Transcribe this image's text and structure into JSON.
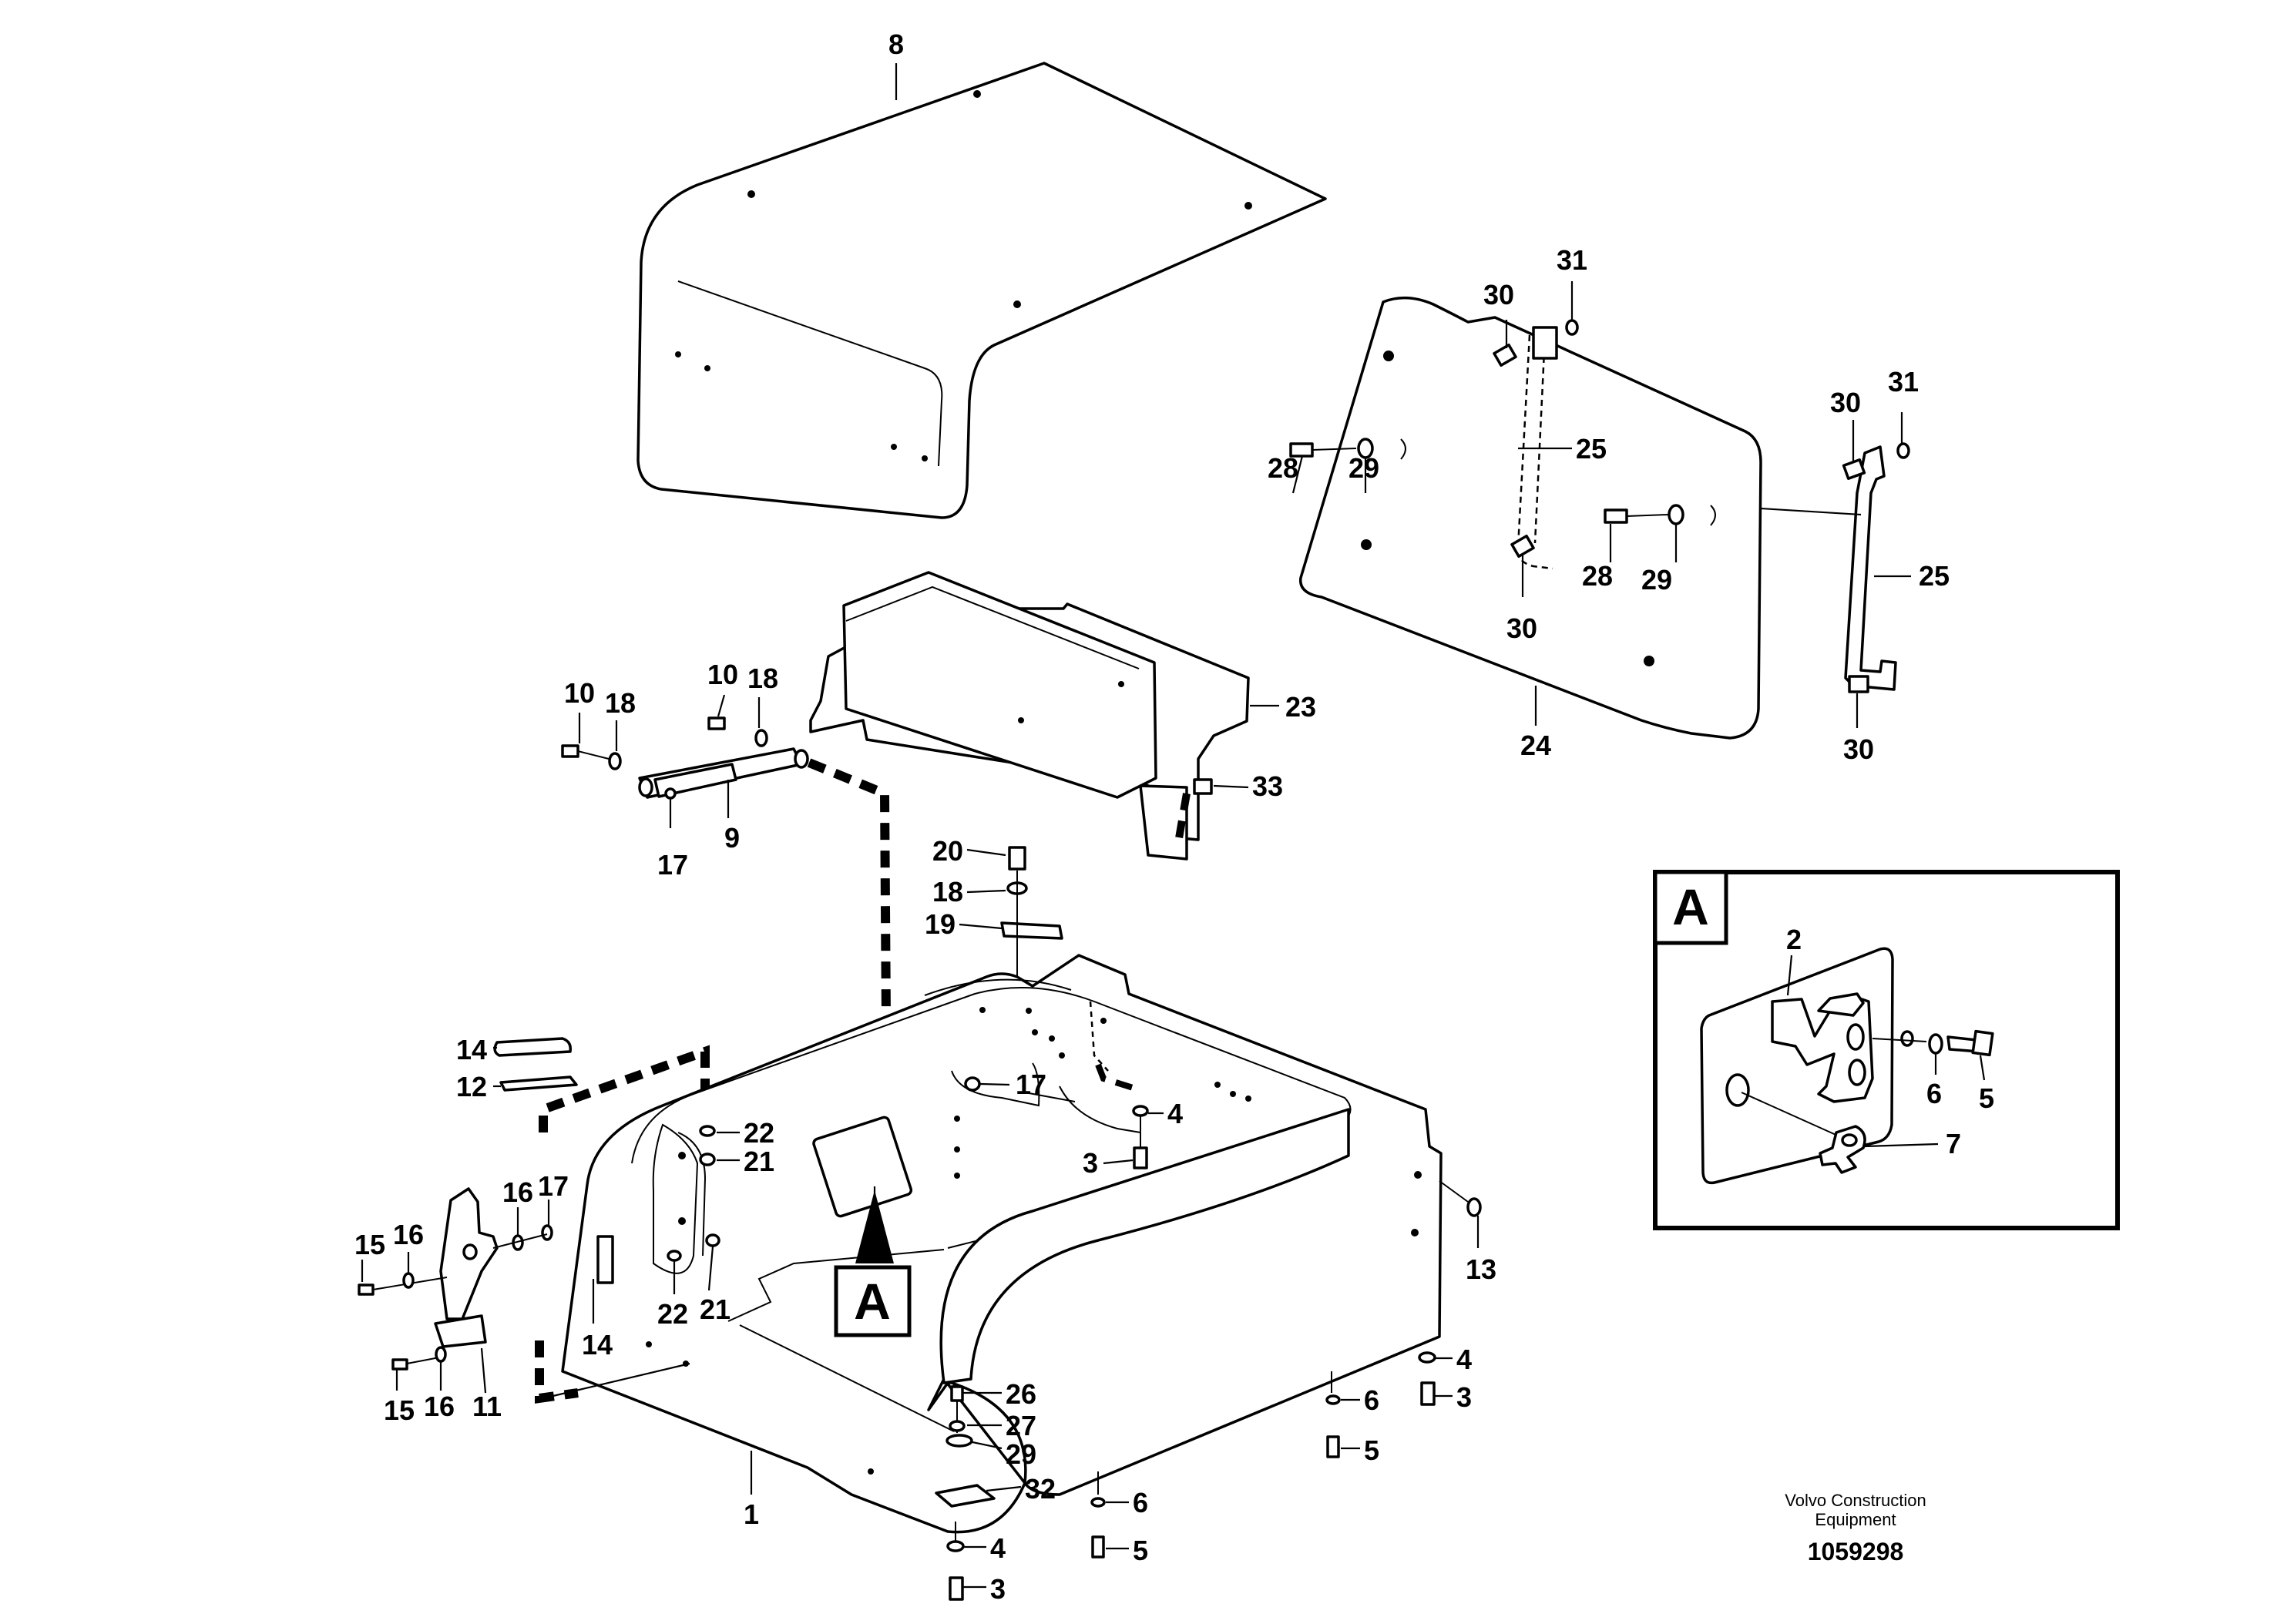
{
  "labels": {
    "l8": "8",
    "l31a": "31",
    "l30a": "30",
    "l25a": "25",
    "l28a": "28",
    "l29a": "29",
    "l28b": "28",
    "l29b": "29",
    "l30b": "30",
    "l31b": "31",
    "l30c": "30",
    "l25b": "25",
    "l30d": "30",
    "l24": "24",
    "l23": "23",
    "l33": "33",
    "l10a": "10",
    "l18a": "18",
    "l10b": "10",
    "l18b": "18",
    "l9": "9",
    "l17a": "17",
    "l20": "20",
    "l18c": "18",
    "l19": "19",
    "l14a": "14",
    "l12": "12",
    "l17b": "17",
    "l22a": "22",
    "l21a": "21",
    "l4a": "4",
    "l3a": "3",
    "l16a": "16",
    "l17c": "17",
    "l15a": "15",
    "l16b": "16",
    "l22b": "22",
    "l21b": "21",
    "l14b": "14",
    "l13": "13",
    "l15b": "15",
    "l16c": "16",
    "l11": "11",
    "l26": "26",
    "l27": "27",
    "l29c": "29",
    "l32": "32",
    "l1": "1",
    "l4b": "4",
    "l3b": "3",
    "l6a": "6",
    "l5a": "5",
    "l6b": "6",
    "l5b": "5",
    "l4c": "4",
    "l3c": "3",
    "l2": "2",
    "l6c": "6",
    "l5c": "5",
    "l7": "7"
  },
  "view_marker": "A",
  "detail": {
    "title": "A"
  },
  "credit": {
    "line1": "Volvo Construction",
    "line2": "Equipment"
  },
  "doc_number": "1059298"
}
